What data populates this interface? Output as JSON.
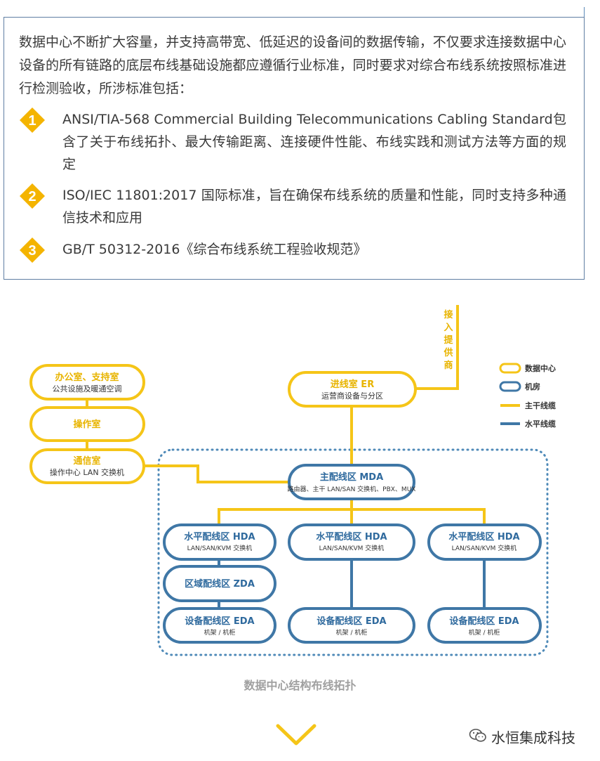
{
  "article": {
    "intro": "数据中心不断扩大容量，并支持高带宽、低延迟的设备间的数据传输，不仅要求连接数据中心设备的所有链路的底层布线基础设施都应遵循行业标准，同时要求对综合布线系统按照标准进行检测验收，所涉标准包括：",
    "items": [
      {
        "num": "1",
        "text": "ANSI/TIA-568 Commercial Building Telecommunications Cabling Standard包含了关于布线拓扑、最大传输距离、连接硬件性能、布线实践和测试方法等方面的规定"
      },
      {
        "num": "2",
        "text": "ISO/IEC 11801:2017 国际标准，旨在确保布线系统的质量和性能，同时支持多种通信技术和应用"
      },
      {
        "num": "3",
        "text": "GB/T 50312-2016《综合布线系统工程验收规范》"
      }
    ],
    "badge_color": "#f4b400"
  },
  "diagram": {
    "provider_chars": [
      "接",
      "入",
      "提",
      "供",
      "商"
    ],
    "nodes": {
      "office": {
        "title": "办公室、支持室",
        "sub": "公共设施及暖通空调"
      },
      "ops": {
        "title": "操作室"
      },
      "telecom": {
        "title": "通信室",
        "sub": "操作中心 LAN 交换机"
      },
      "er": {
        "title": "进线室 ER",
        "sub": "运营商设备与分区"
      },
      "mda": {
        "title": "主配线区 MDA",
        "sub": "路由器、主干 LAN/SAN 交换机、PBX、MUX"
      },
      "hda1": {
        "title": "水平配线区 HDA",
        "sub": "LAN/SAN/KVM 交换机"
      },
      "hda2": {
        "title": "水平配线区 HDA",
        "sub": "LAN/SAN/KVM 交换机"
      },
      "hda3": {
        "title": "水平配线区 HDA",
        "sub": "LAN/SAN/KVM 交换机"
      },
      "zda": {
        "title": "区域配线区 ZDA"
      },
      "eda1": {
        "title": "设备配线区 EDA",
        "sub": "机架 / 机柜"
      },
      "eda2": {
        "title": "设备配线区 EDA",
        "sub": "机架 / 机柜"
      },
      "eda3": {
        "title": "设备配线区 EDA",
        "sub": "机架 / 机柜"
      }
    },
    "legend": {
      "datacenter": "数据中心",
      "room": "机房",
      "backbone": "主干线缆",
      "horizontal": "水平线缆"
    },
    "colors": {
      "yellow": "#f5c518",
      "blue": "#3f77a6",
      "yellow_text": "#e8b400",
      "blue_text": "#2f6a9e",
      "dots": "#4f8ab8"
    },
    "caption": "数据中心结构布线拓扑"
  },
  "footer": {
    "brand": "水恒集成科技"
  }
}
